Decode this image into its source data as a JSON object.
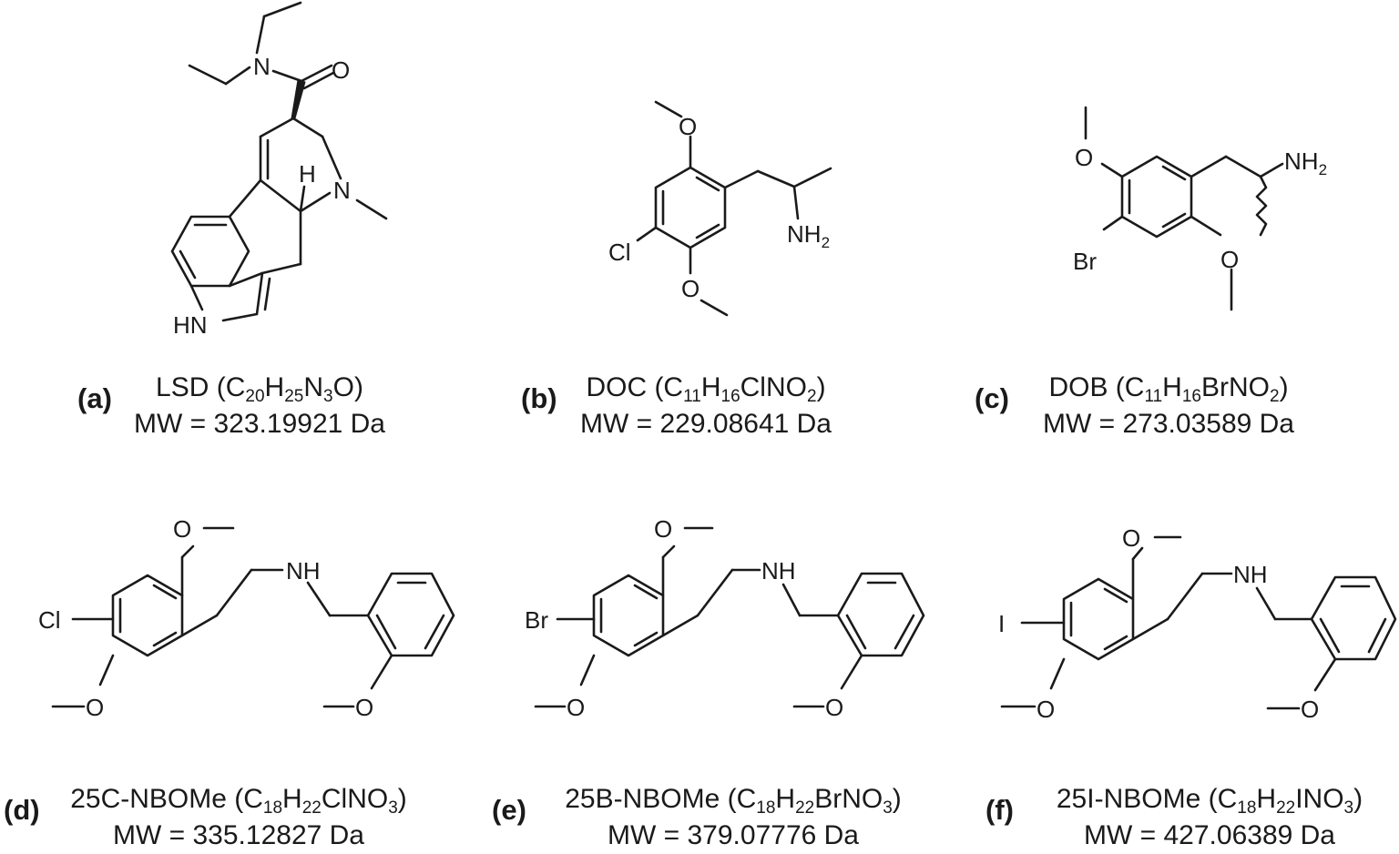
{
  "compounds": [
    {
      "letter": "(a)",
      "name_parts": [
        "LSD (C",
        "20",
        "H",
        "25",
        "N",
        "3",
        "O)"
      ],
      "mw": "MW = 323.19921 Da",
      "atoms": {
        "n_amide": "N",
        "o_carbonyl": "O",
        "h_stereo": "H",
        "n_ring": "N",
        "hn": "HN"
      }
    },
    {
      "letter": "(b)",
      "name_parts": [
        "DOC (C",
        "11",
        "H",
        "16",
        "ClNO",
        "2",
        ")"
      ],
      "mw": "MW = 229.08641 Da",
      "atoms": {
        "o_top": "O",
        "cl": "Cl",
        "o_bottom": "O",
        "nh2": "NH",
        "nh2_sub": "2"
      }
    },
    {
      "letter": "(c)",
      "name_parts": [
        "DOB (C",
        "11",
        "H",
        "16",
        "BrNO",
        "2",
        ")"
      ],
      "mw": "MW = 273.03589 Da",
      "atoms": {
        "o_top": "O",
        "br": "Br",
        "o_bottom": "O",
        "nh2": "NH",
        "nh2_sub": "2"
      }
    },
    {
      "letter": "(d)",
      "name_parts": [
        "25C-NBOMe (C",
        "18",
        "H",
        "22",
        "ClNO",
        "3",
        ")"
      ],
      "mw": "MW = 335.12827 Da",
      "atoms": {
        "o_top": "O",
        "halogen": "Cl",
        "o_bottom": "O",
        "nh": "NH",
        "o_benzyl": "O"
      }
    },
    {
      "letter": "(e)",
      "name_parts": [
        "25B-NBOMe (C",
        "18",
        "H",
        "22",
        "BrNO",
        "3",
        ")"
      ],
      "mw": "MW =  379.07776 Da",
      "atoms": {
        "o_top": "O",
        "halogen": "Br",
        "o_bottom": "O",
        "nh": "NH",
        "o_benzyl": "O"
      }
    },
    {
      "letter": "(f)",
      "name_parts": [
        "25I-NBOMe (C",
        "18",
        "H",
        "22",
        "INO",
        "3",
        ")"
      ],
      "mw": "MW = 427.06389 Da",
      "atoms": {
        "o_top": "O",
        "halogen": "I",
        "o_bottom": "O",
        "nh": "NH",
        "o_benzyl": "O"
      }
    }
  ]
}
